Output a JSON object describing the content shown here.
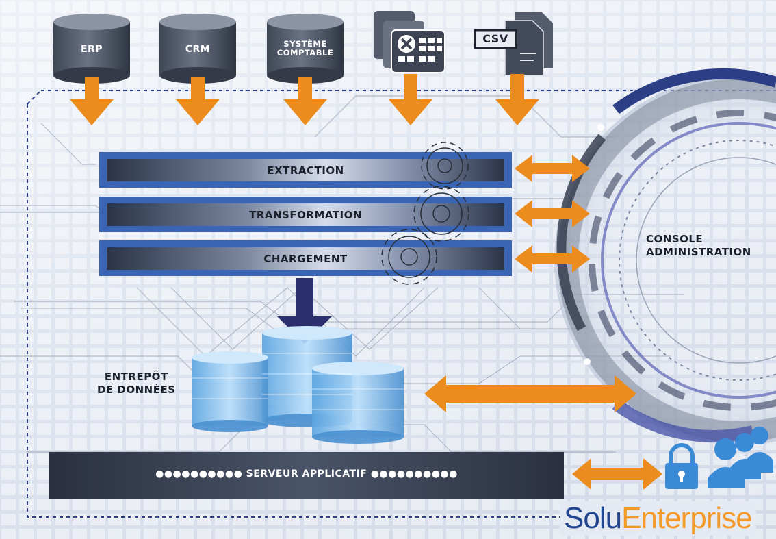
{
  "sources": {
    "erp": "ERP",
    "crm": "CRM",
    "compta_line1": "SYSTÈME",
    "compta_line2": "COMPTABLE",
    "spreadsheet_icon": "excel-spreadsheet-icon",
    "csv": "CSV"
  },
  "etl": {
    "extraction": "EXTRACTION",
    "transformation": "TRANSFORMATION",
    "chargement": "CHARGEMENT"
  },
  "console": {
    "line1": "CONSOLE",
    "line2": "ADMINISTRATION"
  },
  "warehouse": {
    "line1": "ENTREPÔT",
    "line2": "DE DONNÉES"
  },
  "server": {
    "label": "●●●●●●●●●● SERVEUR APPLICATIF ●●●●●●●●●●"
  },
  "users_icon": "users-group-icon",
  "lock_icon": "padlock-icon",
  "brand": {
    "part1": "Solu",
    "part2": "Enterprise"
  },
  "colors": {
    "arrow_orange": "#ec8c1e",
    "down_arrow_navy": "#2c2f6e",
    "bar_blue": "#3a64b4",
    "brand_blue": "#21458f",
    "brand_orange": "#f39a2b"
  }
}
